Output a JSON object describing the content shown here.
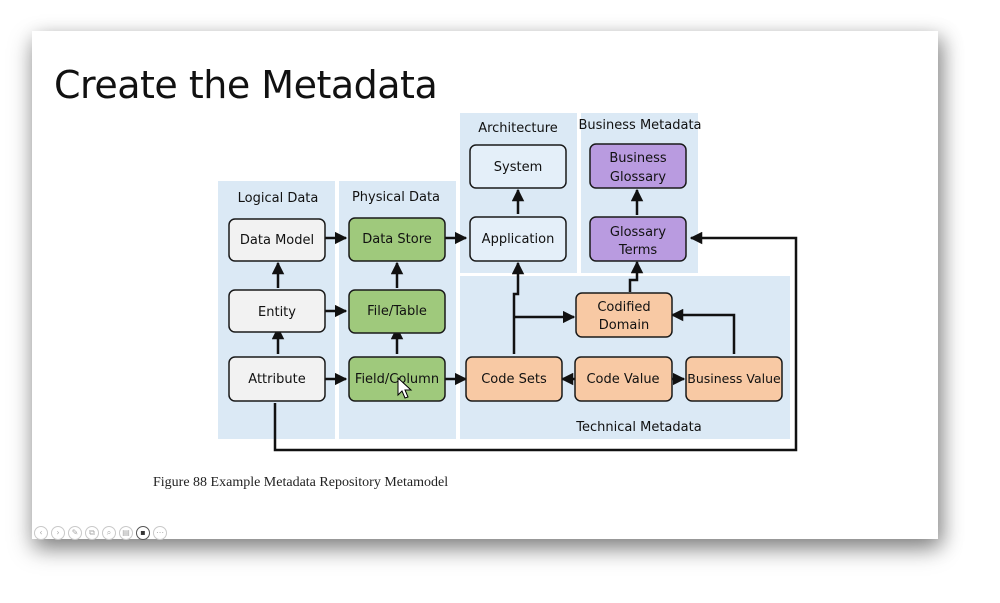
{
  "slide": {
    "title": "Create the Metadata",
    "caption": "Figure 88 Example Metadata Repository Metamodel"
  },
  "regions": {
    "logical": "Logical Data",
    "physical": "Physical Data",
    "architecture": "Architecture",
    "business": "Business Metadata",
    "technical": "Technical Metadata"
  },
  "nodes": {
    "data_model": "Data Model",
    "entity": "Entity",
    "attribute": "Attribute",
    "data_store": "Data Store",
    "file_table": "File/Table",
    "field_column": "Field/Column",
    "system": "System",
    "application": "Application",
    "business_glossary_1": "Business",
    "business_glossary_2": "Glossary",
    "glossary_terms_1": "Glossary",
    "glossary_terms_2": "Terms",
    "codified_domain_1": "Codified",
    "codified_domain_2": "Domain",
    "code_sets": "Code Sets",
    "code_value": "Code Value",
    "business_value": "Business Value"
  },
  "colors": {
    "region_bg": "#dbe9f5",
    "logical_node": "#f2f2f2",
    "physical_node": "#9fc97c",
    "architecture_node": "#e4eff9",
    "business_node": "#b99be0",
    "technical_node": "#f8c9a4",
    "stroke": "#1a1a1a"
  },
  "toolbar": {
    "icons": [
      "prev-icon",
      "next-icon",
      "pen-icon",
      "copy-icon",
      "zoom-icon",
      "slides-icon",
      "camera-icon",
      "more-icon"
    ]
  }
}
